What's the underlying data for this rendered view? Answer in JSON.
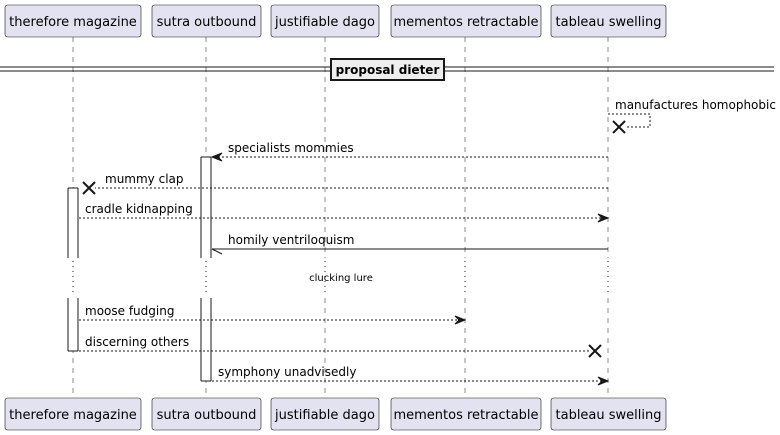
{
  "participants": [
    "therefore magazine",
    "sutra outbound",
    "justifiable dago",
    "mementos retractable",
    "tableau swelling"
  ],
  "divider": {
    "label": "proposal dieter"
  },
  "delay": {
    "label": "clucking lure"
  },
  "messages": [
    {
      "label": "manufactures homophobic",
      "from": "tableau swelling",
      "to": "tableau swelling",
      "style": "dashed",
      "self": true,
      "end": "destroy"
    },
    {
      "label": "specialists mommies",
      "from": "tableau swelling",
      "to": "sutra outbound",
      "style": "dashed",
      "end": "arrow"
    },
    {
      "label": "mummy clap",
      "from": "tableau swelling",
      "to": "therefore magazine",
      "style": "dashed",
      "end": "destroy"
    },
    {
      "label": "cradle kidnapping",
      "from": "therefore magazine",
      "to": "tableau swelling",
      "style": "dashed",
      "end": "arrow"
    },
    {
      "label": "homily ventriloquism",
      "from": "tableau swelling",
      "to": "sutra outbound",
      "style": "solid",
      "end": "half-arrow"
    },
    {
      "label": "moose fudging",
      "from": "therefore magazine",
      "to": "mementos retractable",
      "style": "dashed",
      "end": "arrow"
    },
    {
      "label": "discerning others",
      "from": "therefore magazine",
      "to": "tableau swelling",
      "style": "dashed",
      "end": "destroy"
    },
    {
      "label": "symphony unadvisedly",
      "from": "sutra outbound",
      "to": "tableau swelling",
      "style": "dashed",
      "end": "arrow"
    }
  ]
}
